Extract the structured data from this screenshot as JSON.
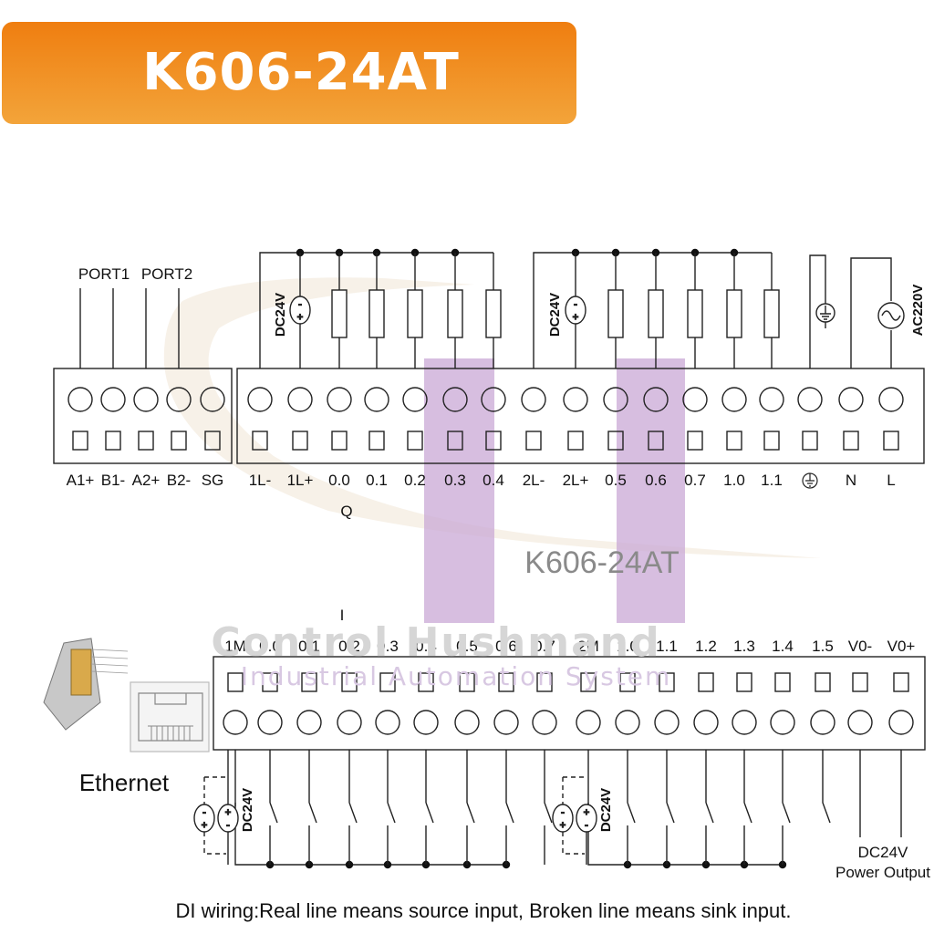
{
  "header": {
    "title": "K606-24AT"
  },
  "top_block": {
    "port_labels": [
      "PORT1",
      "PORT2"
    ],
    "comm_terminals": [
      "A1+",
      "B1-",
      "A2+",
      "B2-",
      "SG"
    ],
    "out_terminals": [
      "1L-",
      "1L+",
      "0.0",
      "0.1",
      "0.2",
      "0.3",
      "0.4",
      "2L-",
      "2L+",
      "0.5",
      "0.6",
      "0.7",
      "1.0",
      "1.1",
      "",
      "N",
      "L"
    ],
    "ground_symbol": "ground-icon",
    "q_label": "Q",
    "supply_left": "DC24V",
    "supply_right": "DC24V",
    "ac_supply": "AC220V"
  },
  "model_label": "K606-24AT",
  "bottom_block": {
    "i_label": "I",
    "in_terminals": [
      "1M",
      "0.0",
      "0.1",
      "0.2",
      "0.3",
      "0.4",
      "0.5",
      "0.6",
      "0.7",
      "2M",
      "1.0",
      "1.1",
      "1.2",
      "1.3",
      "1.4",
      "1.5",
      "V0-",
      "V0+"
    ],
    "supply_left": "DC24V",
    "supply_right": "DC24V",
    "power_output": [
      "DC24V",
      "Power Output"
    ]
  },
  "ethernet": {
    "label": "Ethernet"
  },
  "watermark": {
    "line1": "Control Hushmand",
    "line2": "Industrial Automation System"
  },
  "caption": "DI wiring:Real line means source input, Broken line means sink input.",
  "colors": {
    "banner_top": "#ef7e10",
    "banner_bottom": "#f3a43a",
    "watermark_purple": "#c9a8d6"
  }
}
